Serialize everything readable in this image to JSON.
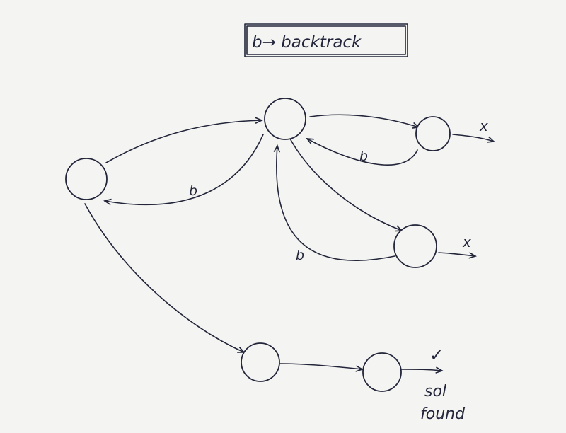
{
  "legend": {
    "text": "b→ backtrack"
  },
  "edge_labels": {
    "backtrack_top": "b",
    "backtrack_left": "b",
    "backtrack_bottom": "b"
  },
  "outcomes": {
    "dead_end_top": "x",
    "dead_end_mid": "x",
    "success": "✓",
    "success_text_line1": "sol",
    "success_text_line2": "found"
  },
  "colors": {
    "ink": "#23263a",
    "paper": "#f4f4f2"
  }
}
